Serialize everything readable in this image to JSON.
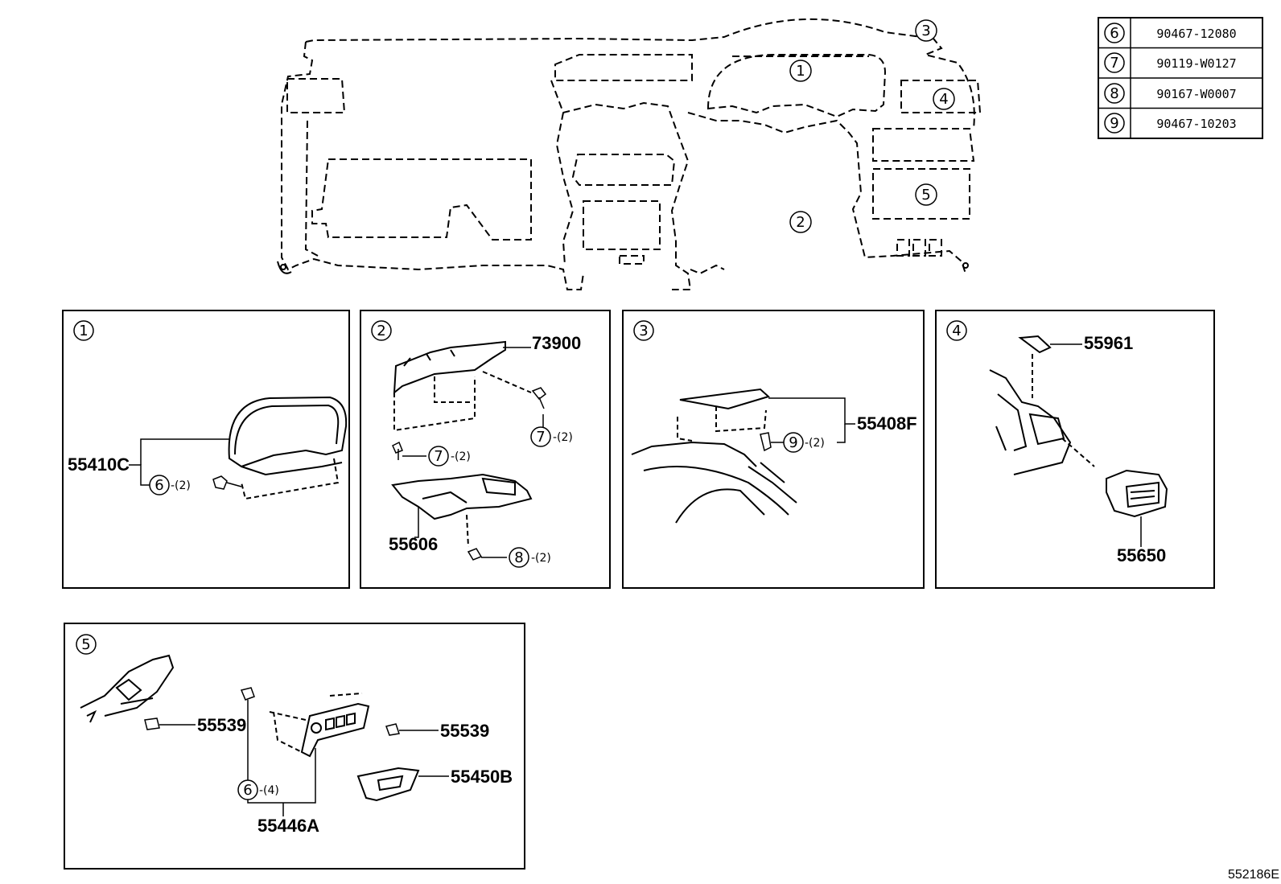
{
  "overview": {
    "callouts": [
      "1",
      "2",
      "3",
      "4",
      "5"
    ]
  },
  "legend_table": [
    {
      "num": "6",
      "part": "90467-12080"
    },
    {
      "num": "7",
      "part": "90119-W0127"
    },
    {
      "num": "8",
      "part": "90167-W0007"
    },
    {
      "num": "9",
      "part": "90467-10203"
    }
  ],
  "panel1": {
    "num": "1",
    "part_cluster_finish": "55410C",
    "clip_num": "6",
    "clip_qty": "-(2)"
  },
  "panel2": {
    "num": "2",
    "part_lower_panel": "73900",
    "part_bracket": "55606",
    "screw_num_a": "7",
    "screw_qty_a": "-(2)",
    "screw_num_b": "7",
    "screw_qty_b": "-(2)",
    "bolt_num": "8",
    "bolt_qty": "-(2)"
  },
  "panel3": {
    "num": "3",
    "part_cover": "55408F",
    "clip_num": "9",
    "clip_qty": "-(2)"
  },
  "panel4": {
    "num": "4",
    "part_vent_cover": "55961",
    "part_vent": "55650"
  },
  "panel5": {
    "num": "5",
    "part_clip_left": "55539",
    "part_clip_right": "55539",
    "part_pocket": "55450B",
    "part_switch_bezel": "55446A",
    "clip_num": "6",
    "clip_qty": "-(4)"
  },
  "drawing_ref": "552186E"
}
